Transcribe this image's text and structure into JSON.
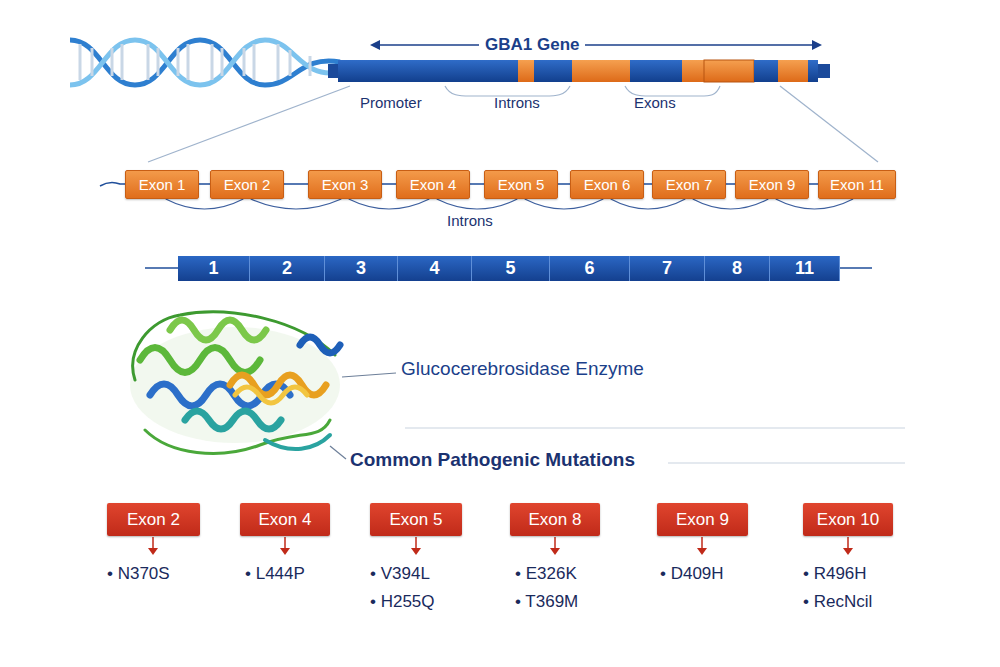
{
  "diagram": {
    "title": "GBA1 Gene",
    "nodes": [
      {
        "text": [
          "Exon 1"
        ]
      },
      {
        "text": [
          "Exon 2"
        ]
      },
      {
        "text": [
          "Exon 3"
        ]
      },
      {
        "text": [
          "Exon 4"
        ]
      },
      {
        "text": [
          "Exon 5"
        ]
      },
      {
        "text": [
          "Exon 6"
        ]
      },
      {
        "text": [
          "Exon 7"
        ]
      },
      {
        "text": [
          "Exon 9"
        ]
      },
      {
        "text": [
          "Exon 11"
        ]
      },
      {
        "text": [
          "1"
        ]
      },
      {
        "text": [
          "2"
        ]
      },
      {
        "text": [
          "3"
        ]
      },
      {
        "text": [
          "4"
        ]
      },
      {
        "text": [
          "5"
        ]
      },
      {
        "text": [
          "6"
        ]
      },
      {
        "text": [
          "7"
        ]
      },
      {
        "text": [
          "8"
        ]
      },
      {
        "text": [
          "11"
        ]
      },
      {
        "text": [
          "Exon 2"
        ]
      },
      {
        "text": [
          "Exon 4"
        ]
      },
      {
        "text": [
          "Exon 5"
        ]
      },
      {
        "text": [
          "Exon 8"
        ]
      },
      {
        "text": [
          "Exon 9"
        ]
      },
      {
        "text": [
          "Exon 10"
        ]
      }
    ],
    "edges": [
      {
        "from": 0,
        "to": 1,
        "arrow": "none"
      },
      {
        "from": 1,
        "to": 2,
        "arrow": "none"
      },
      {
        "from": 2,
        "to": 3,
        "arrow": "none"
      },
      {
        "from": 3,
        "to": 4,
        "arrow": "none"
      },
      {
        "from": 4,
        "to": 5,
        "arrow": "none"
      },
      {
        "from": 5,
        "to": 6,
        "arrow": "none"
      },
      {
        "from": 6,
        "to": 7,
        "arrow": "none"
      },
      {
        "from": 7,
        "to": 8,
        "arrow": "none"
      }
    ],
    "labels": [
      "Promoter",
      "Introns",
      "Exons",
      "Introns",
      "Glucocerebrosidase Enzyme",
      "Common Pathogenic Mutations",
      "• N370S",
      "• L444P",
      "• V394L",
      "• H255Q",
      "• E326K",
      "• T369M",
      "• D409H",
      "• R496H",
      "• RecNcil"
    ]
  }
}
